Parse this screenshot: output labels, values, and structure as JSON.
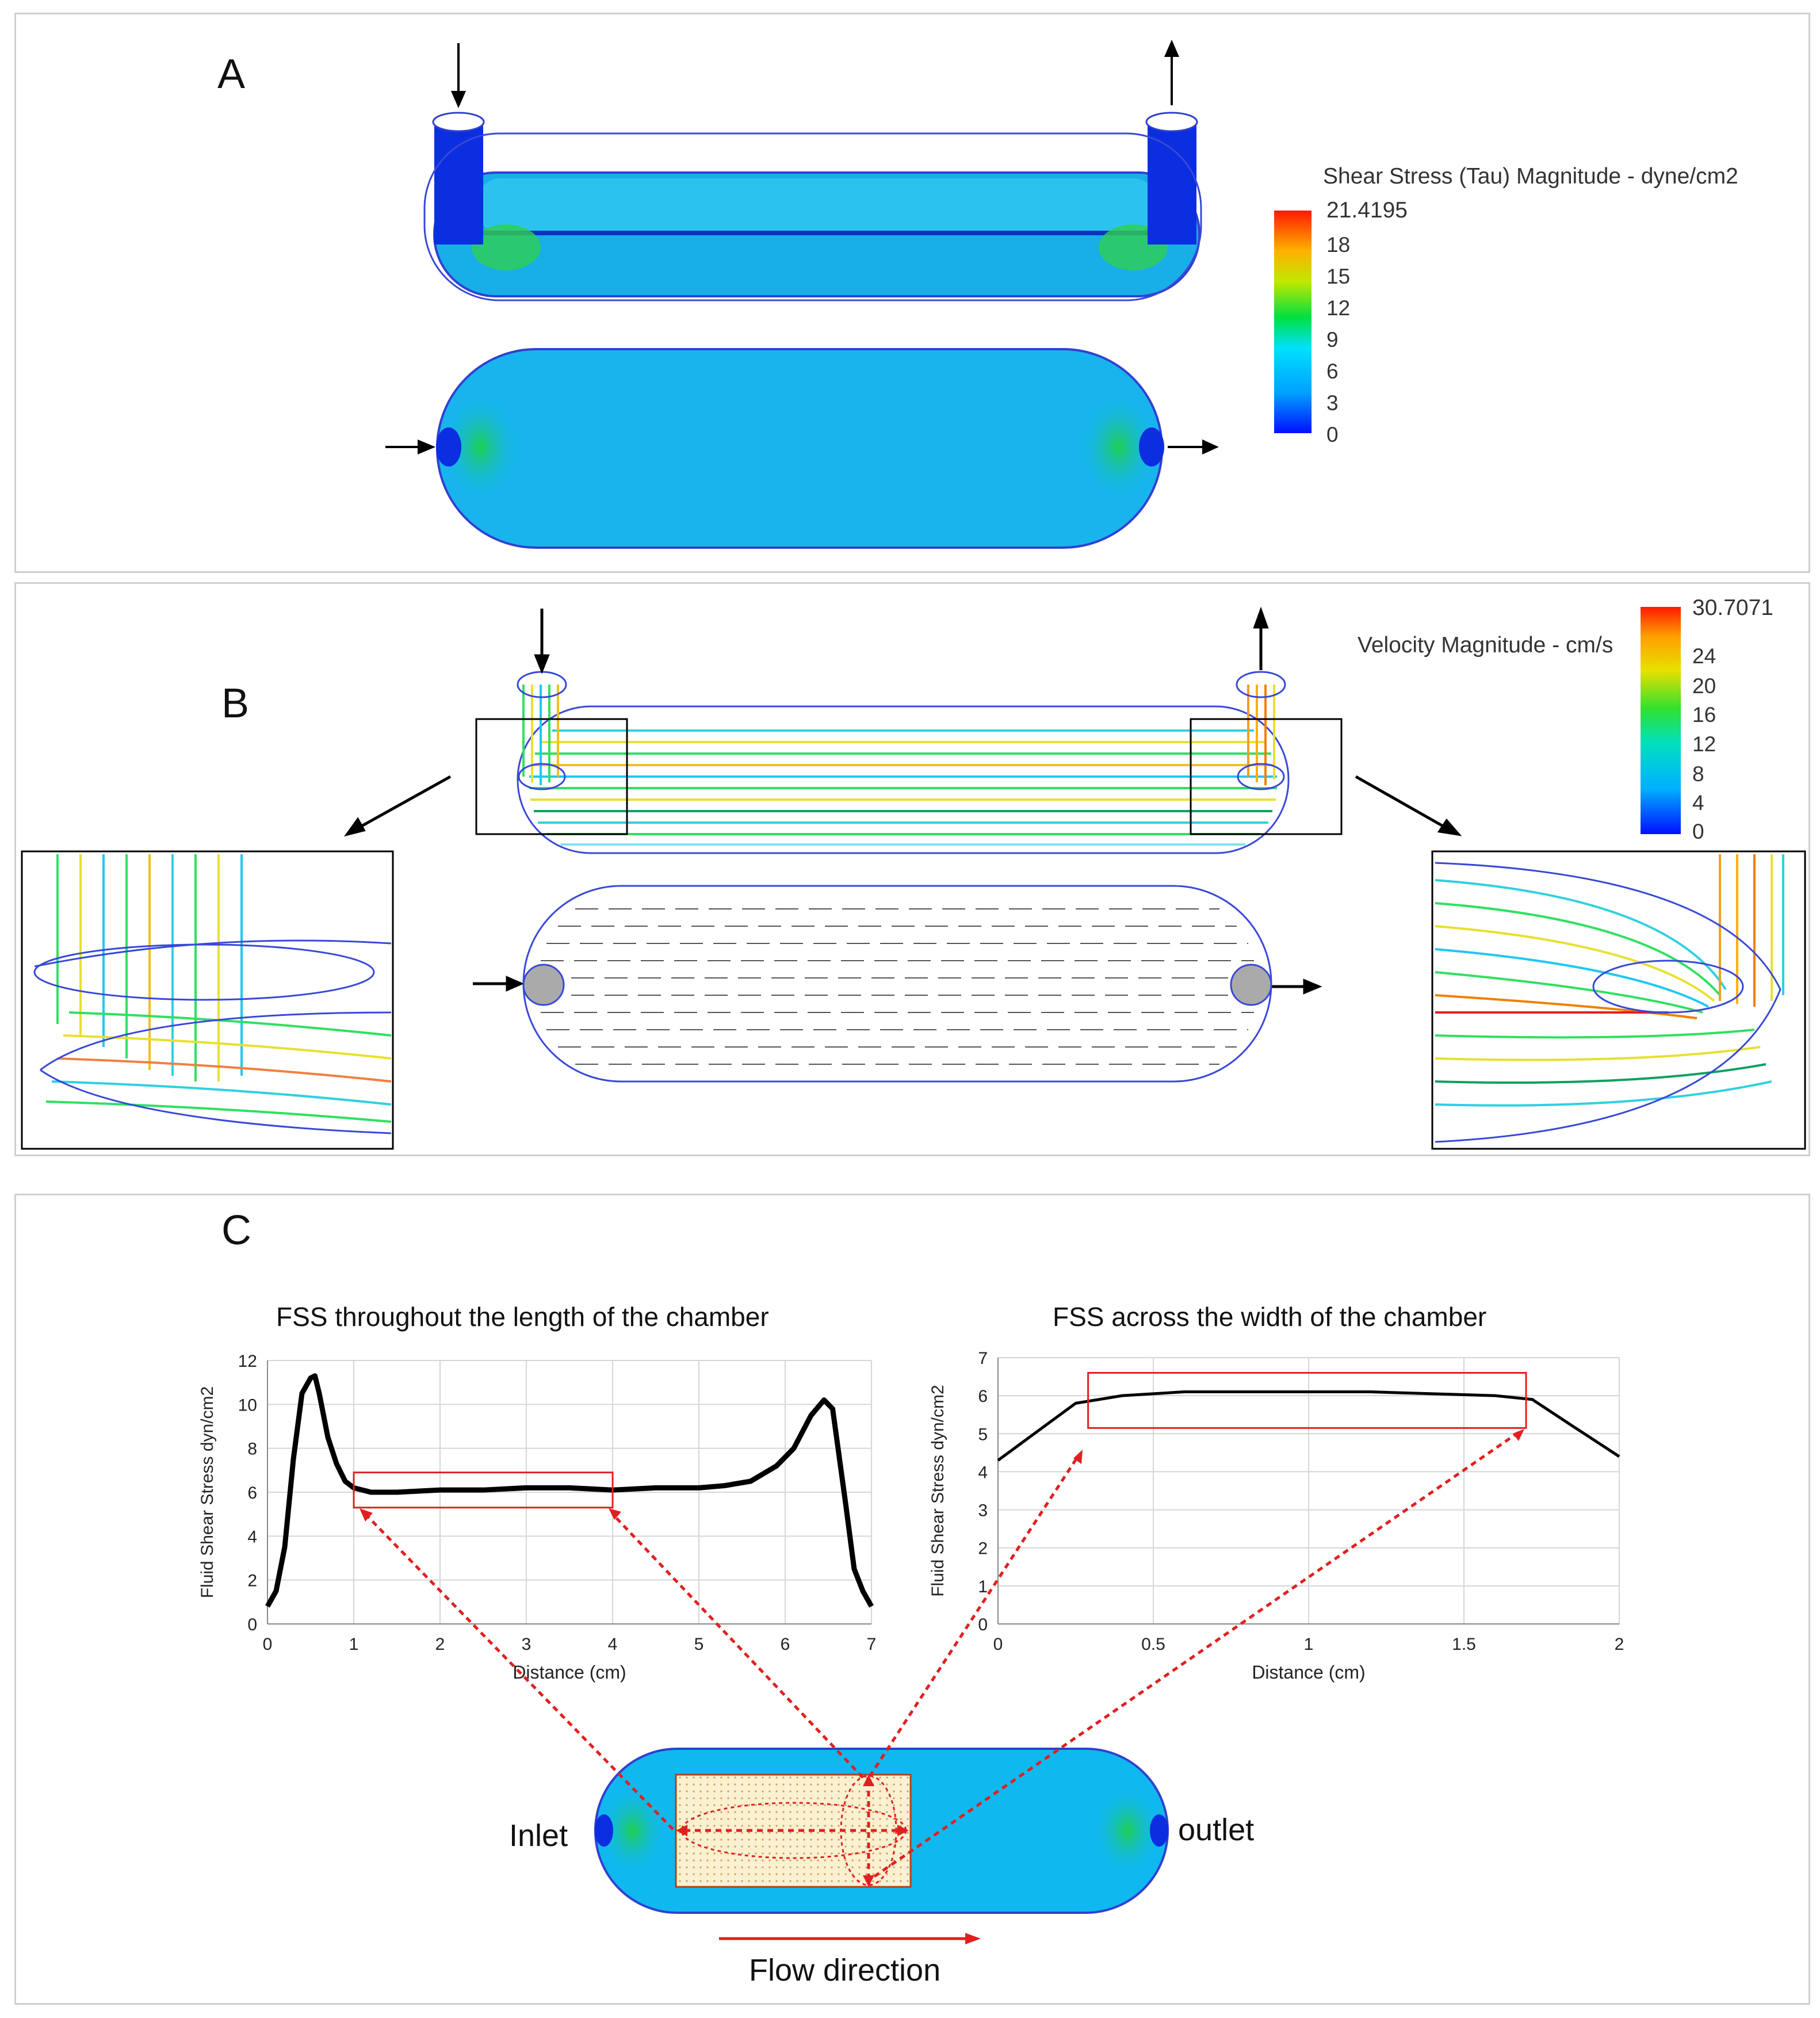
{
  "panels": {
    "a": {
      "letter": "A"
    },
    "b": {
      "letter": "B"
    },
    "c": {
      "letter": "C"
    }
  },
  "legend_shear": {
    "title": "Shear Stress (Tau) Magnitude - dyne/cm2",
    "max_label": "21.4195",
    "ticks": [
      "18",
      "15",
      "12",
      "9",
      "6",
      "3",
      "0"
    ]
  },
  "legend_velocity": {
    "title": "Velocity Magnitude - cm/s",
    "max_label": "30.7071",
    "ticks": [
      "24",
      "20",
      "16",
      "12",
      "8",
      "4",
      "0"
    ]
  },
  "chamber_labels": {
    "inlet": "Inlet",
    "outlet": "outlet",
    "flow": "Flow direction"
  },
  "colors": {
    "chamber_fill": "#10b8f0",
    "highlight_box": "#e02020",
    "hot": "#d42020",
    "warm": "#f7a800",
    "mid": "#20d050",
    "cold": "#1040e0"
  },
  "chart_data": [
    {
      "type": "line",
      "title": "FSS throughout the length of the chamber",
      "xlabel": "Distance (cm)",
      "ylabel": "Fluid Shear Stress dyn/cm2",
      "xlim": [
        0,
        7
      ],
      "ylim": [
        0,
        12
      ],
      "xticks": [
        "0",
        "1",
        "2",
        "3",
        "4",
        "5",
        "6",
        "7"
      ],
      "yticks": [
        "0",
        "2",
        "4",
        "6",
        "8",
        "10",
        "12"
      ],
      "grid": true,
      "series": [
        {
          "x": [
            0,
            0.1,
            0.2,
            0.3,
            0.4,
            0.5,
            0.55,
            0.6,
            0.7,
            0.8,
            0.9,
            1.0,
            1.2,
            1.5,
            2.0,
            2.5,
            3.0,
            3.5,
            4.0,
            4.5,
            5.0,
            5.3,
            5.6,
            5.9,
            6.1,
            6.3,
            6.45,
            6.55,
            6.7,
            6.8,
            6.9,
            7.0
          ],
          "y": [
            0.8,
            1.5,
            3.5,
            7.5,
            10.5,
            11.2,
            11.3,
            10.5,
            8.5,
            7.3,
            6.5,
            6.2,
            6.0,
            6.0,
            6.1,
            6.1,
            6.2,
            6.2,
            6.1,
            6.2,
            6.2,
            6.3,
            6.5,
            7.2,
            8.0,
            9.5,
            10.2,
            9.8,
            5.5,
            2.5,
            1.5,
            0.8
          ]
        }
      ],
      "highlight_x": [
        1,
        4
      ],
      "highlight_y": [
        5.3,
        6.9
      ]
    },
    {
      "type": "line",
      "title": "FSS across the width of the chamber",
      "xlabel": "Distance (cm)",
      "ylabel": "Fluid Shear Stress dyn/cm2",
      "xlim": [
        0,
        2
      ],
      "ylim": [
        0,
        7
      ],
      "xticks": [
        "0",
        "0.5",
        "1",
        "1.5",
        "2"
      ],
      "yticks": [
        "0",
        "1",
        "2",
        "3",
        "4",
        "5",
        "6",
        "7"
      ],
      "grid": true,
      "series": [
        {
          "x": [
            0,
            0.1,
            0.25,
            0.4,
            0.6,
            0.8,
            1.0,
            1.2,
            1.4,
            1.6,
            1.72,
            1.85,
            2.0
          ],
          "y": [
            4.3,
            4.9,
            5.8,
            6.0,
            6.1,
            6.1,
            6.1,
            6.1,
            6.05,
            6.0,
            5.9,
            5.2,
            4.4
          ]
        }
      ],
      "highlight_x": [
        0.29,
        1.7
      ],
      "highlight_y": [
        5.15,
        6.6
      ]
    }
  ]
}
